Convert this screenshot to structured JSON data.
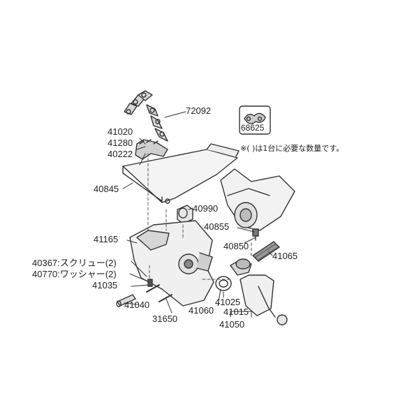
{
  "diagram": {
    "labels": {
      "p72092": "72092",
      "p68625": "68625",
      "p41020": "41020",
      "p41280": "41280",
      "p40222": "40222",
      "p40845": "40845",
      "p40990": "40990",
      "p40855": "40855",
      "p41165": "41165",
      "p40850": "40850",
      "p41065": "41065",
      "p40367": "40367:スクリュー(2)",
      "p40770": "40770:ワッシャー(2)",
      "p41035": "41035",
      "p41040": "41040",
      "p41025": "41025",
      "p41060": "41060",
      "p41015": "41015",
      "p41050": "41050",
      "p31650": "31650"
    },
    "note": "※(   )は1台に必要な数量です。"
  },
  "colors": {
    "line": "#333333",
    "fill": "#f2f2f2",
    "shade": "#bdbdbd",
    "dark": "#555555"
  }
}
